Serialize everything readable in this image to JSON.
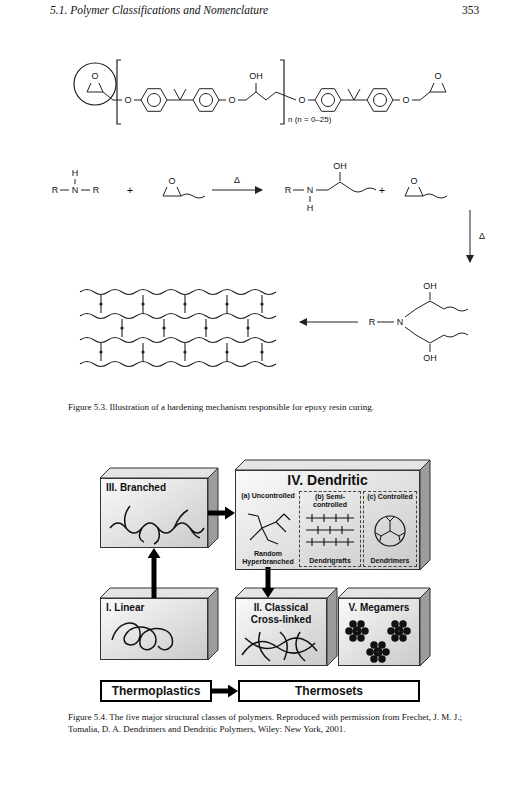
{
  "diagram": {
    "nodes": [
      {
        "text": [
          "III. Branched"
        ]
      },
      {
        "text": [
          "IV. Dendritic"
        ]
      },
      {
        "text": [
          "(a) Uncontrolled",
          "Random Hyperbranched"
        ],
        "in": 1
      },
      {
        "text": [
          "(b) Semi-controlled",
          "Dendrigrafts"
        ],
        "in": 1
      },
      {
        "text": [
          "(c) Controlled",
          "Dendrimers"
        ],
        "in": 1
      },
      {
        "text": [
          "I. Linear"
        ]
      },
      {
        "text": [
          "II. Classical Cross-linked"
        ]
      },
      {
        "text": [
          "V. Megamers"
        ]
      },
      {
        "text": [
          "Thermoplastics"
        ]
      },
      {
        "text": [
          "Thermosets"
        ]
      }
    ],
    "edges": [
      {
        "from": 5,
        "to": 0,
        "arrow": "to"
      },
      {
        "from": 0,
        "to": 1,
        "arrow": "to"
      },
      {
        "from": 2,
        "to": 6,
        "arrow": "to"
      },
      {
        "from": 8,
        "to": 9,
        "arrow": "to"
      }
    ],
    "labels": [
      "5.1. Polymer Classifications and Nomenclature",
      "353",
      "O",
      "O",
      "O",
      "OH",
      "O",
      "O",
      "O",
      "n (n = 0–25)",
      "R",
      "H",
      "N",
      "R",
      "+",
      "O",
      "Δ",
      "R",
      "N",
      "H",
      "OH",
      "+",
      "O",
      "Δ",
      "OH",
      "R",
      "N",
      "OH",
      "Figure 5.3. Illustration of a hardening mechanism responsible for epoxy resin curing.",
      "Figure 5.4. The five major structural classes of polymers. Reproduced with permission from Frechet, J. M. J.; Tomalia, D. A. Dendrimers and Dendritic Polymers, Wiley: New York, 2001."
    ]
  }
}
